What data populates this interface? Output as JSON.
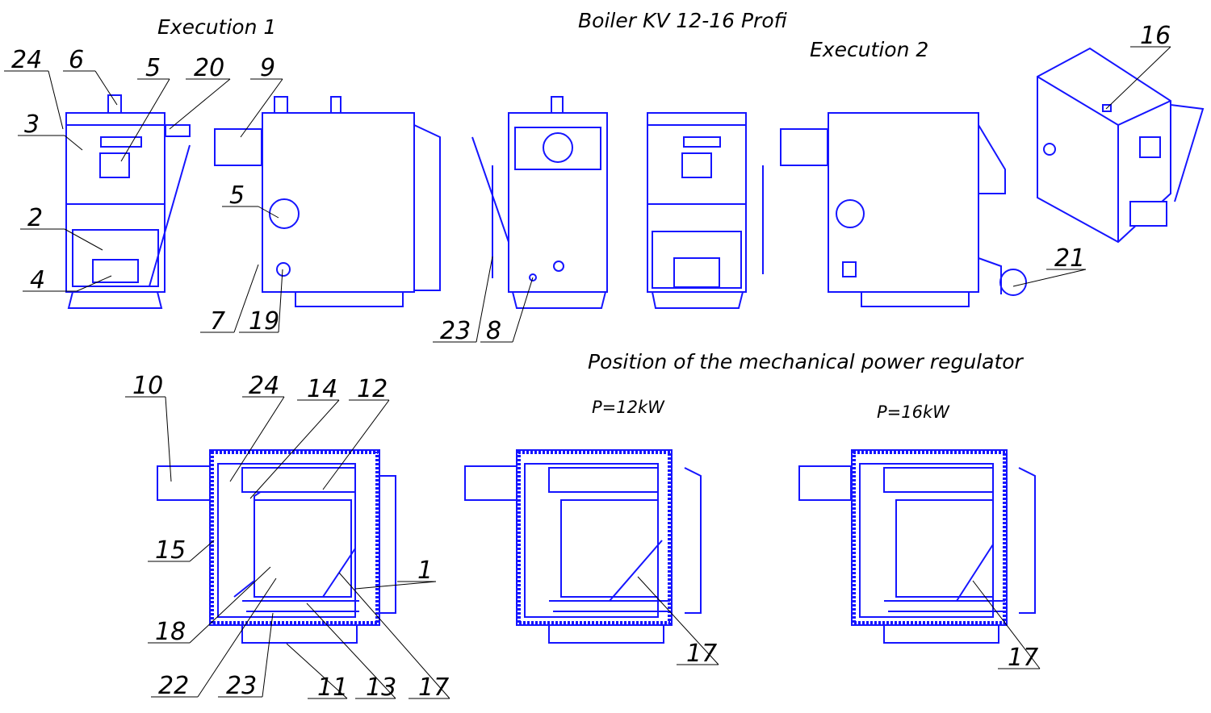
{
  "titles": {
    "execution_1": "Execution 1",
    "main": "Boiler KV 12-16 Profi",
    "execution_2": "Execution 2",
    "regulator": "Position of the mechanical power regulator",
    "p12": "P=12kW",
    "p16": "P=16kW"
  },
  "callouts": [
    "24",
    "6",
    "5",
    "20",
    "9",
    "3",
    "2",
    "4",
    "5",
    "7",
    "19",
    "23",
    "8",
    "16",
    "21",
    "10",
    "24",
    "14",
    "12",
    "15",
    "1",
    "18",
    "22",
    "23",
    "11",
    "13",
    "17",
    "17",
    "17"
  ],
  "colors": {
    "drawing": "#1515ff",
    "text": "#000000"
  }
}
